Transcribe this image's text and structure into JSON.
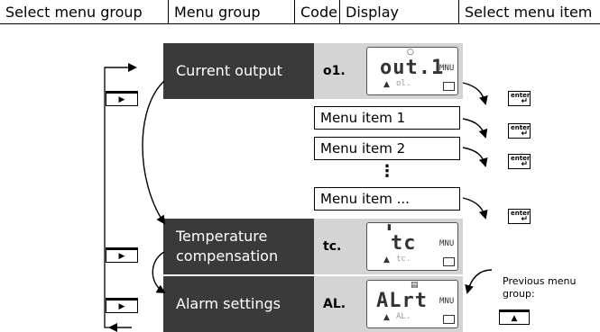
{
  "headers": {
    "select_group": "Select menu group",
    "menu_group": "Menu group",
    "code": "Code",
    "display": "Display",
    "select_item": "Select menu item"
  },
  "groups": [
    {
      "label": "Current output",
      "code": "o1.",
      "lcd_main": "out.1",
      "lcd_mnu": "MNU",
      "lcd_sub": "ol."
    },
    {
      "label": "Temperature compensation",
      "code": "tc.",
      "lcd_main": "tc",
      "lcd_mnu": "MNU",
      "lcd_sub": "tc."
    },
    {
      "label": "Alarm settings",
      "code": "AL.",
      "lcd_main": "ALrt",
      "lcd_mnu": "MNU",
      "lcd_sub": "AL."
    }
  ],
  "menu_items": [
    "Menu item 1",
    "Menu item 2",
    "⋮",
    "Menu item ..."
  ],
  "keys": {
    "next_symbol": "▶",
    "up_symbol": "▲",
    "enter": "enter",
    "enter_arrow": "↵"
  },
  "prev_group_text": "Previous menu group:",
  "colors": {
    "group_bg": "#3a3a3a",
    "code_bg": "#d4d4d4"
  }
}
